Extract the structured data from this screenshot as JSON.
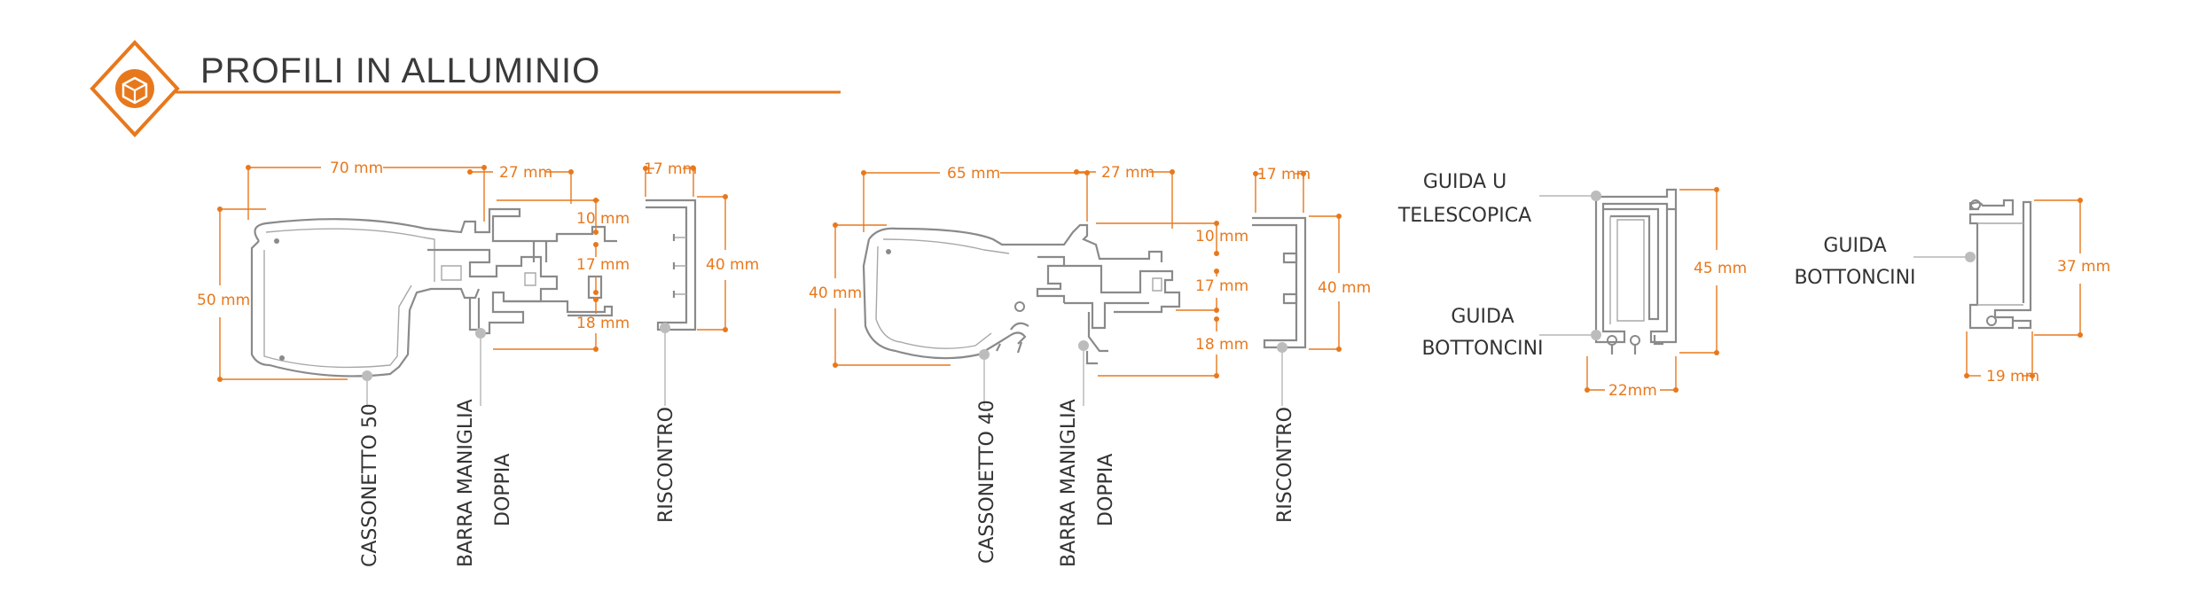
{
  "header": {
    "title": "PROFILI IN ALLUMINIO",
    "logo_icon": "box-3d-icon",
    "accent_color": "#e8781c"
  },
  "group1": {
    "width": "70 mm",
    "nub": "27 mm",
    "riscontro_width": "17 mm",
    "height": "50 mm",
    "d1": "10 mm",
    "d2": "17 mm",
    "d3": "18 mm",
    "riscontro_height": "40 mm",
    "label_cassonetto": "CASSONETTO 50",
    "label_barra_1": "BARRA MANIGLIA",
    "label_barra_2": "DOPPIA",
    "label_riscontro": "RISCONTRO"
  },
  "group2": {
    "width": "65 mm",
    "nub": "27 mm",
    "riscontro_width": "17 mm",
    "height": "40 mm",
    "d1": "10 mm",
    "d2": "17 mm",
    "d3": "18 mm",
    "riscontro_height": "40 mm",
    "label_cassonetto": "CASSONETTO 40",
    "label_barra_1": "BARRA MANIGLIA",
    "label_barra_2": "DOPPIA",
    "label_riscontro": "RISCONTRO"
  },
  "group3": {
    "label_top_1": "GUIDA U",
    "label_top_2": "TELESCOPICA",
    "label_bot_1": "GUIDA",
    "label_bot_2": "BOTTONCINI",
    "height": "45 mm",
    "width": "22mm"
  },
  "group4": {
    "label_1": "GUIDA",
    "label_2": "BOTTONCINI",
    "height": "37 mm",
    "width": "19 mm"
  }
}
